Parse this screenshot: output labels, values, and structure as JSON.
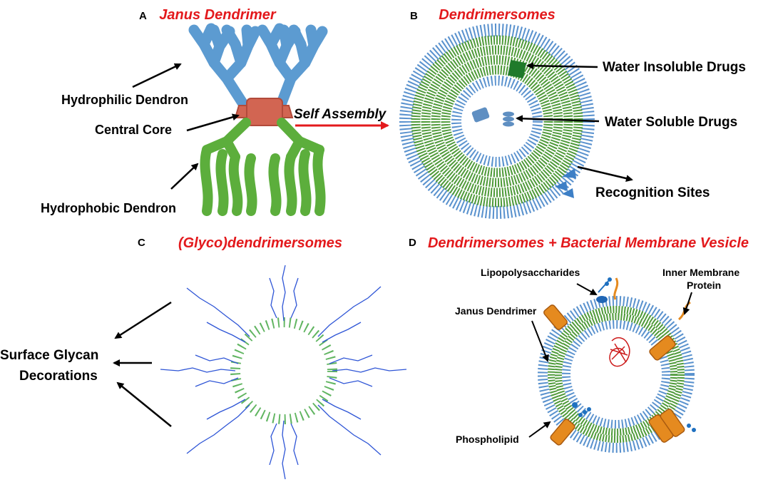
{
  "colors": {
    "title_red": "#e3191c",
    "hydrophilic_blue": "#5c9bd1",
    "hydrophobic_green": "#5cae3c",
    "core_red": "#d26552",
    "membrane_blue": "#3d7fc6",
    "membrane_green": "#4f9a3a",
    "protein_orange": "#e58a1f",
    "drug_green": "#1f7a2a",
    "drug_blue": "#5f8fc2",
    "glycan_blue": "#2e55d6",
    "glycan_green": "#3aa33a"
  },
  "panel_a": {
    "letter": "A",
    "title": "Janus Dendrimer",
    "labels": {
      "hydrophilic": "Hydrophilic Dendron",
      "core": "Central Core",
      "hydrophobic": "Hydrophobic Dendron"
    },
    "arrow_label": "Self Assembly"
  },
  "panel_b": {
    "letter": "B",
    "title": "Dendrimersomes",
    "labels": {
      "insoluble": "Water Insoluble Drugs",
      "soluble": "Water Soluble Drugs",
      "recognition": "Recognition Sites"
    }
  },
  "panel_c": {
    "letter": "C",
    "title": "(Glyco)dendrimersomes",
    "labels": {
      "glycan_line1": "Surface Glycan",
      "glycan_line2": "Decorations"
    }
  },
  "panel_d": {
    "letter": "D",
    "title": "Dendrimersomes + Bacterial Membrane Vesicle",
    "labels": {
      "lps": "Lipopolysaccharides",
      "imp_line1": "Inner Membrane",
      "imp_line2": "Protein",
      "janus": "Janus Dendrimer",
      "phospholipid": "Phospholipid"
    }
  }
}
